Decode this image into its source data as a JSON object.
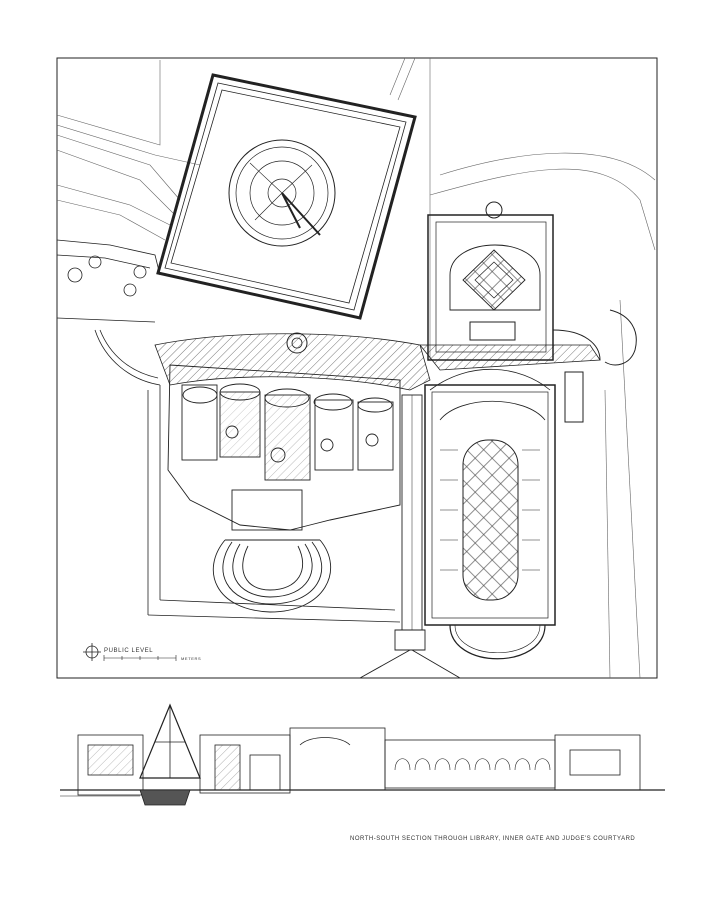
{
  "plan": {
    "title": "PUBLIC LEVEL",
    "scale_unit": "METERS"
  },
  "section": {
    "caption": "NORTH-SOUTH SECTION THROUGH LIBRARY, INNER GATE AND JUDGE'S COURTYARD"
  },
  "colors": {
    "line": "#222222",
    "hatch": "#555555",
    "paper": "#ffffff"
  }
}
